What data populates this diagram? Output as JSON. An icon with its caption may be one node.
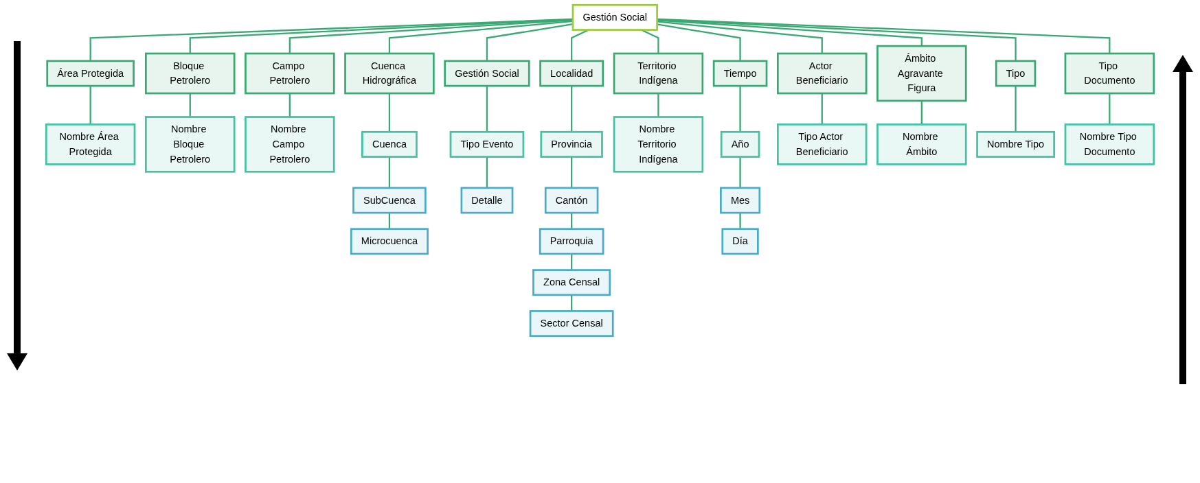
{
  "diagram": {
    "nodes": [
      {
        "text": [
          "Gestión Social"
        ]
      },
      {
        "text": [
          "Área Protegida"
        ]
      },
      {
        "text": [
          "Bloque Petrolero"
        ]
      },
      {
        "text": [
          "Campo Petrolero"
        ]
      },
      {
        "text": [
          "Cuenca Hidrográfica"
        ]
      },
      {
        "text": [
          "Gestión Social"
        ]
      },
      {
        "text": [
          "Localidad"
        ]
      },
      {
        "text": [
          "Territorio Indígena"
        ]
      },
      {
        "text": [
          "Tiempo"
        ]
      },
      {
        "text": [
          "Actor Beneficiario"
        ]
      },
      {
        "text": [
          "Ámbito Agravante Figura"
        ]
      },
      {
        "text": [
          "Tipo"
        ]
      },
      {
        "text": [
          "Tipo Documento"
        ]
      },
      {
        "text": [
          "Nombre Área Protegida"
        ]
      },
      {
        "text": [
          "Nombre Bloque Petrolero"
        ]
      },
      {
        "text": [
          "Nombre Campo Petrolero"
        ]
      },
      {
        "text": [
          "Cuenca"
        ]
      },
      {
        "text": [
          "Tipo Evento"
        ]
      },
      {
        "text": [
          "Provincia"
        ]
      },
      {
        "text": [
          "Nombre Territorio Indígena"
        ]
      },
      {
        "text": [
          "Año"
        ]
      },
      {
        "text": [
          "Tipo Actor Beneficiario"
        ]
      },
      {
        "text": [
          "Nombre Ámbito"
        ]
      },
      {
        "text": [
          "Nombre Tipo"
        ]
      },
      {
        "text": [
          "Nombre Tipo Documento"
        ]
      },
      {
        "text": [
          "SubCuenca"
        ]
      },
      {
        "text": [
          "Detalle"
        ]
      },
      {
        "text": [
          "Cantón"
        ]
      },
      {
        "text": [
          "Mes"
        ]
      },
      {
        "text": [
          "Microcuenca"
        ]
      },
      {
        "text": [
          "Parroquia"
        ]
      },
      {
        "text": [
          "Día"
        ]
      },
      {
        "text": [
          "Zona Censal"
        ]
      },
      {
        "text": [
          "Sector Censal"
        ]
      }
    ],
    "edges": [
      {
        "from": 0,
        "to": 1,
        "arrow": "none"
      },
      {
        "from": 0,
        "to": 2,
        "arrow": "none"
      },
      {
        "from": 0,
        "to": 3,
        "arrow": "none"
      },
      {
        "from": 0,
        "to": 4,
        "arrow": "none"
      },
      {
        "from": 0,
        "to": 5,
        "arrow": "none"
      },
      {
        "from": 0,
        "to": 6,
        "arrow": "none"
      },
      {
        "from": 0,
        "to": 7,
        "arrow": "none"
      },
      {
        "from": 0,
        "to": 8,
        "arrow": "none"
      },
      {
        "from": 0,
        "to": 9,
        "arrow": "none"
      },
      {
        "from": 0,
        "to": 10,
        "arrow": "none"
      },
      {
        "from": 0,
        "to": 11,
        "arrow": "none"
      },
      {
        "from": 0,
        "to": 12,
        "arrow": "none"
      },
      {
        "from": 1,
        "to": 13,
        "arrow": "none"
      },
      {
        "from": 2,
        "to": 14,
        "arrow": "none"
      },
      {
        "from": 3,
        "to": 15,
        "arrow": "none"
      },
      {
        "from": 4,
        "to": 16,
        "arrow": "none"
      },
      {
        "from": 5,
        "to": 17,
        "arrow": "none"
      },
      {
        "from": 6,
        "to": 18,
        "arrow": "none"
      },
      {
        "from": 7,
        "to": 19,
        "arrow": "none"
      },
      {
        "from": 8,
        "to": 20,
        "arrow": "none"
      },
      {
        "from": 9,
        "to": 21,
        "arrow": "none"
      },
      {
        "from": 10,
        "to": 22,
        "arrow": "none"
      },
      {
        "from": 11,
        "to": 23,
        "arrow": "none"
      },
      {
        "from": 12,
        "to": 24,
        "arrow": "none"
      },
      {
        "from": 16,
        "to": 25,
        "arrow": "none"
      },
      {
        "from": 17,
        "to": 26,
        "arrow": "none"
      },
      {
        "from": 18,
        "to": 27,
        "arrow": "none"
      },
      {
        "from": 20,
        "to": 28,
        "arrow": "none"
      },
      {
        "from": 25,
        "to": 29,
        "arrow": "none"
      },
      {
        "from": 27,
        "to": 30,
        "arrow": "none"
      },
      {
        "from": 28,
        "to": 31,
        "arrow": "none"
      },
      {
        "from": 30,
        "to": 32,
        "arrow": "none"
      },
      {
        "from": 32,
        "to": 33,
        "arrow": "none"
      }
    ]
  }
}
